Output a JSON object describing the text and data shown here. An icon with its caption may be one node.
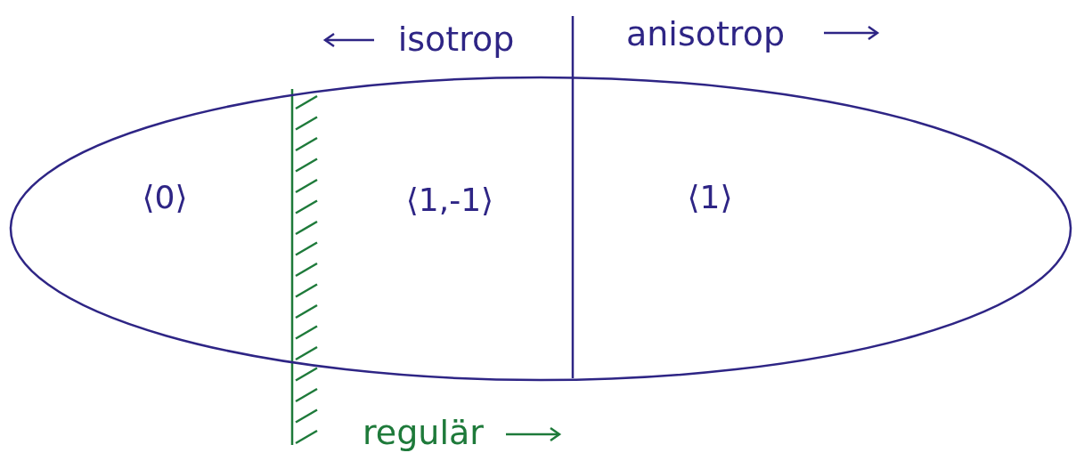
{
  "diagram": {
    "nodes": [
      {
        "text": [
          "⟨0⟩",
          "⟨1,-1⟩",
          "⟨1⟩"
        ]
      }
    ],
    "labels": [
      "isotrop",
      "anisotrop",
      "regulär"
    ]
  }
}
